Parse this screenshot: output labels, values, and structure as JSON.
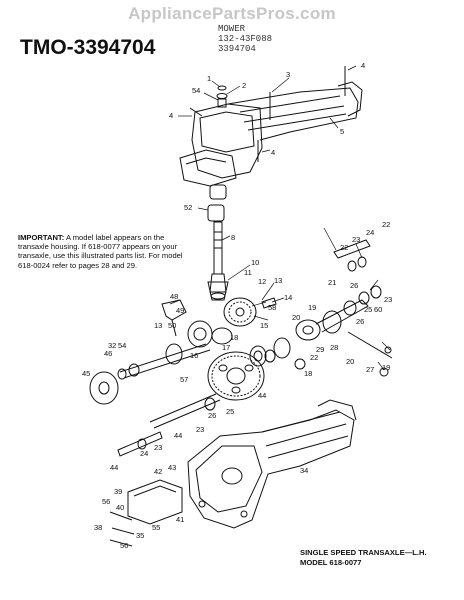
{
  "watermark": "AppliancePartsPros.com",
  "model_title": "TMO-3394704",
  "header_lines": [
    "MOWER",
    "132-43F088",
    "3394704"
  ],
  "important_note": {
    "label": "IMPORTANT:",
    "text": "A model label appears on the transaxle housing. If 618-0077 appears on your transaxle, use this illustrated parts list. For model 618-0024 refer to pages 28 and 29."
  },
  "footer": {
    "line1": "SINGLE SPEED TRANSAXLE—L.H.",
    "line2": "MODEL 618-0077"
  },
  "callouts": {
    "c1": "1",
    "c2": "2",
    "c3": "3",
    "c4a": "4",
    "c4b": "4",
    "c4c": "4",
    "c5": "5",
    "c54a": "54",
    "c52": "52",
    "c8": "8",
    "c10": "10",
    "c11": "11",
    "c12": "12",
    "c13a": "13",
    "c14": "14",
    "c15": "15",
    "c58": "58",
    "c17": "17",
    "c18a": "18",
    "c48": "48",
    "c49": "49",
    "c13b": "13",
    "c50": "50",
    "c16": "16",
    "c46": "46",
    "c32": "32",
    "c54b": "54",
    "c45": "45",
    "c57": "57",
    "c26a": "26",
    "c25a": "25",
    "c23a": "23",
    "c44a": "44",
    "c24a": "24",
    "c23b": "23",
    "c44b": "44",
    "c44c": "44",
    "c22a": "22",
    "c23c": "23",
    "c24b": "24",
    "c22b": "22",
    "c21": "21",
    "c26b": "26",
    "c23d": "23",
    "c60": "60",
    "c25b": "25",
    "c26c": "26",
    "c19a": "19",
    "c20a": "20",
    "c18b": "18",
    "c29": "29",
    "c28": "28",
    "c22c": "22",
    "c20b": "20",
    "c27": "27",
    "c19b": "19",
    "c34": "34",
    "c43": "43",
    "c42": "42",
    "c39": "39",
    "c56a": "56",
    "c40": "40",
    "c38": "38",
    "c35": "35",
    "c55": "55",
    "c41": "41",
    "c56b": "56"
  }
}
